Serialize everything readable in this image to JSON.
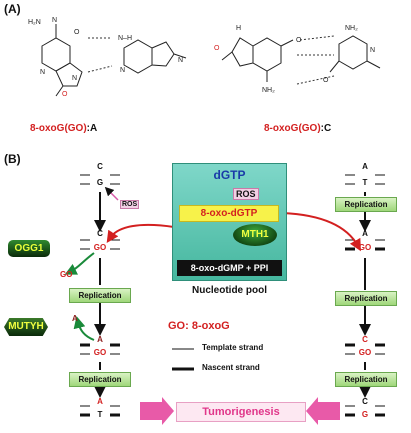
{
  "panel_a": {
    "label": "(A)",
    "pair1": {
      "name_red": "8-oxoG(GO)",
      "name_black": ":A"
    },
    "pair2": {
      "name_red": "8-oxoG(GO)",
      "name_black": ":C"
    }
  },
  "panel_b": {
    "label": "(B)",
    "pool": {
      "dgtp": "dGTP",
      "ros": "ROS",
      "oxo_dgtp": "8-oxo-dGTP",
      "mth1": "MTH1",
      "product": "8-oxo-dGMP + PPI",
      "caption": "Nucleotide pool"
    },
    "left": {
      "ros_small": "ROS",
      "pair1_top": "C",
      "pair1_bottom": "G",
      "pair2_top": "C",
      "pair2_bottom": "GO",
      "ogg1": "OGG1",
      "removed_go": "GO",
      "replication1": "Replication",
      "mutyh": "MUTYH",
      "removed_a": "A",
      "pair3_top": "A",
      "pair3_bottom": "GO",
      "replication2": "Replication",
      "pair4_top": "A",
      "pair4_bottom": "T"
    },
    "right": {
      "pair1_top": "A",
      "pair1_bottom": "T",
      "replication1": "Replication",
      "pair2_top": "A",
      "pair2_bottom": "GO",
      "replication2": "Replication",
      "pair3_top": "C",
      "pair3_bottom": "GO",
      "replication3": "Replication",
      "pair4_top": "C",
      "pair4_bottom": "G"
    },
    "legend": {
      "go_def": "GO: 8-oxoG",
      "template": "Template strand",
      "nascent": "Nascent strand"
    },
    "tumorigenesis": "Tumorigenesis"
  },
  "colors": {
    "red": "#d32020",
    "pool_green": "#46b79f",
    "box_green": "#9fd77a",
    "dark_green": "#0d3d0d",
    "pink": "#e85aa8",
    "blue": "#1a3aa8"
  }
}
